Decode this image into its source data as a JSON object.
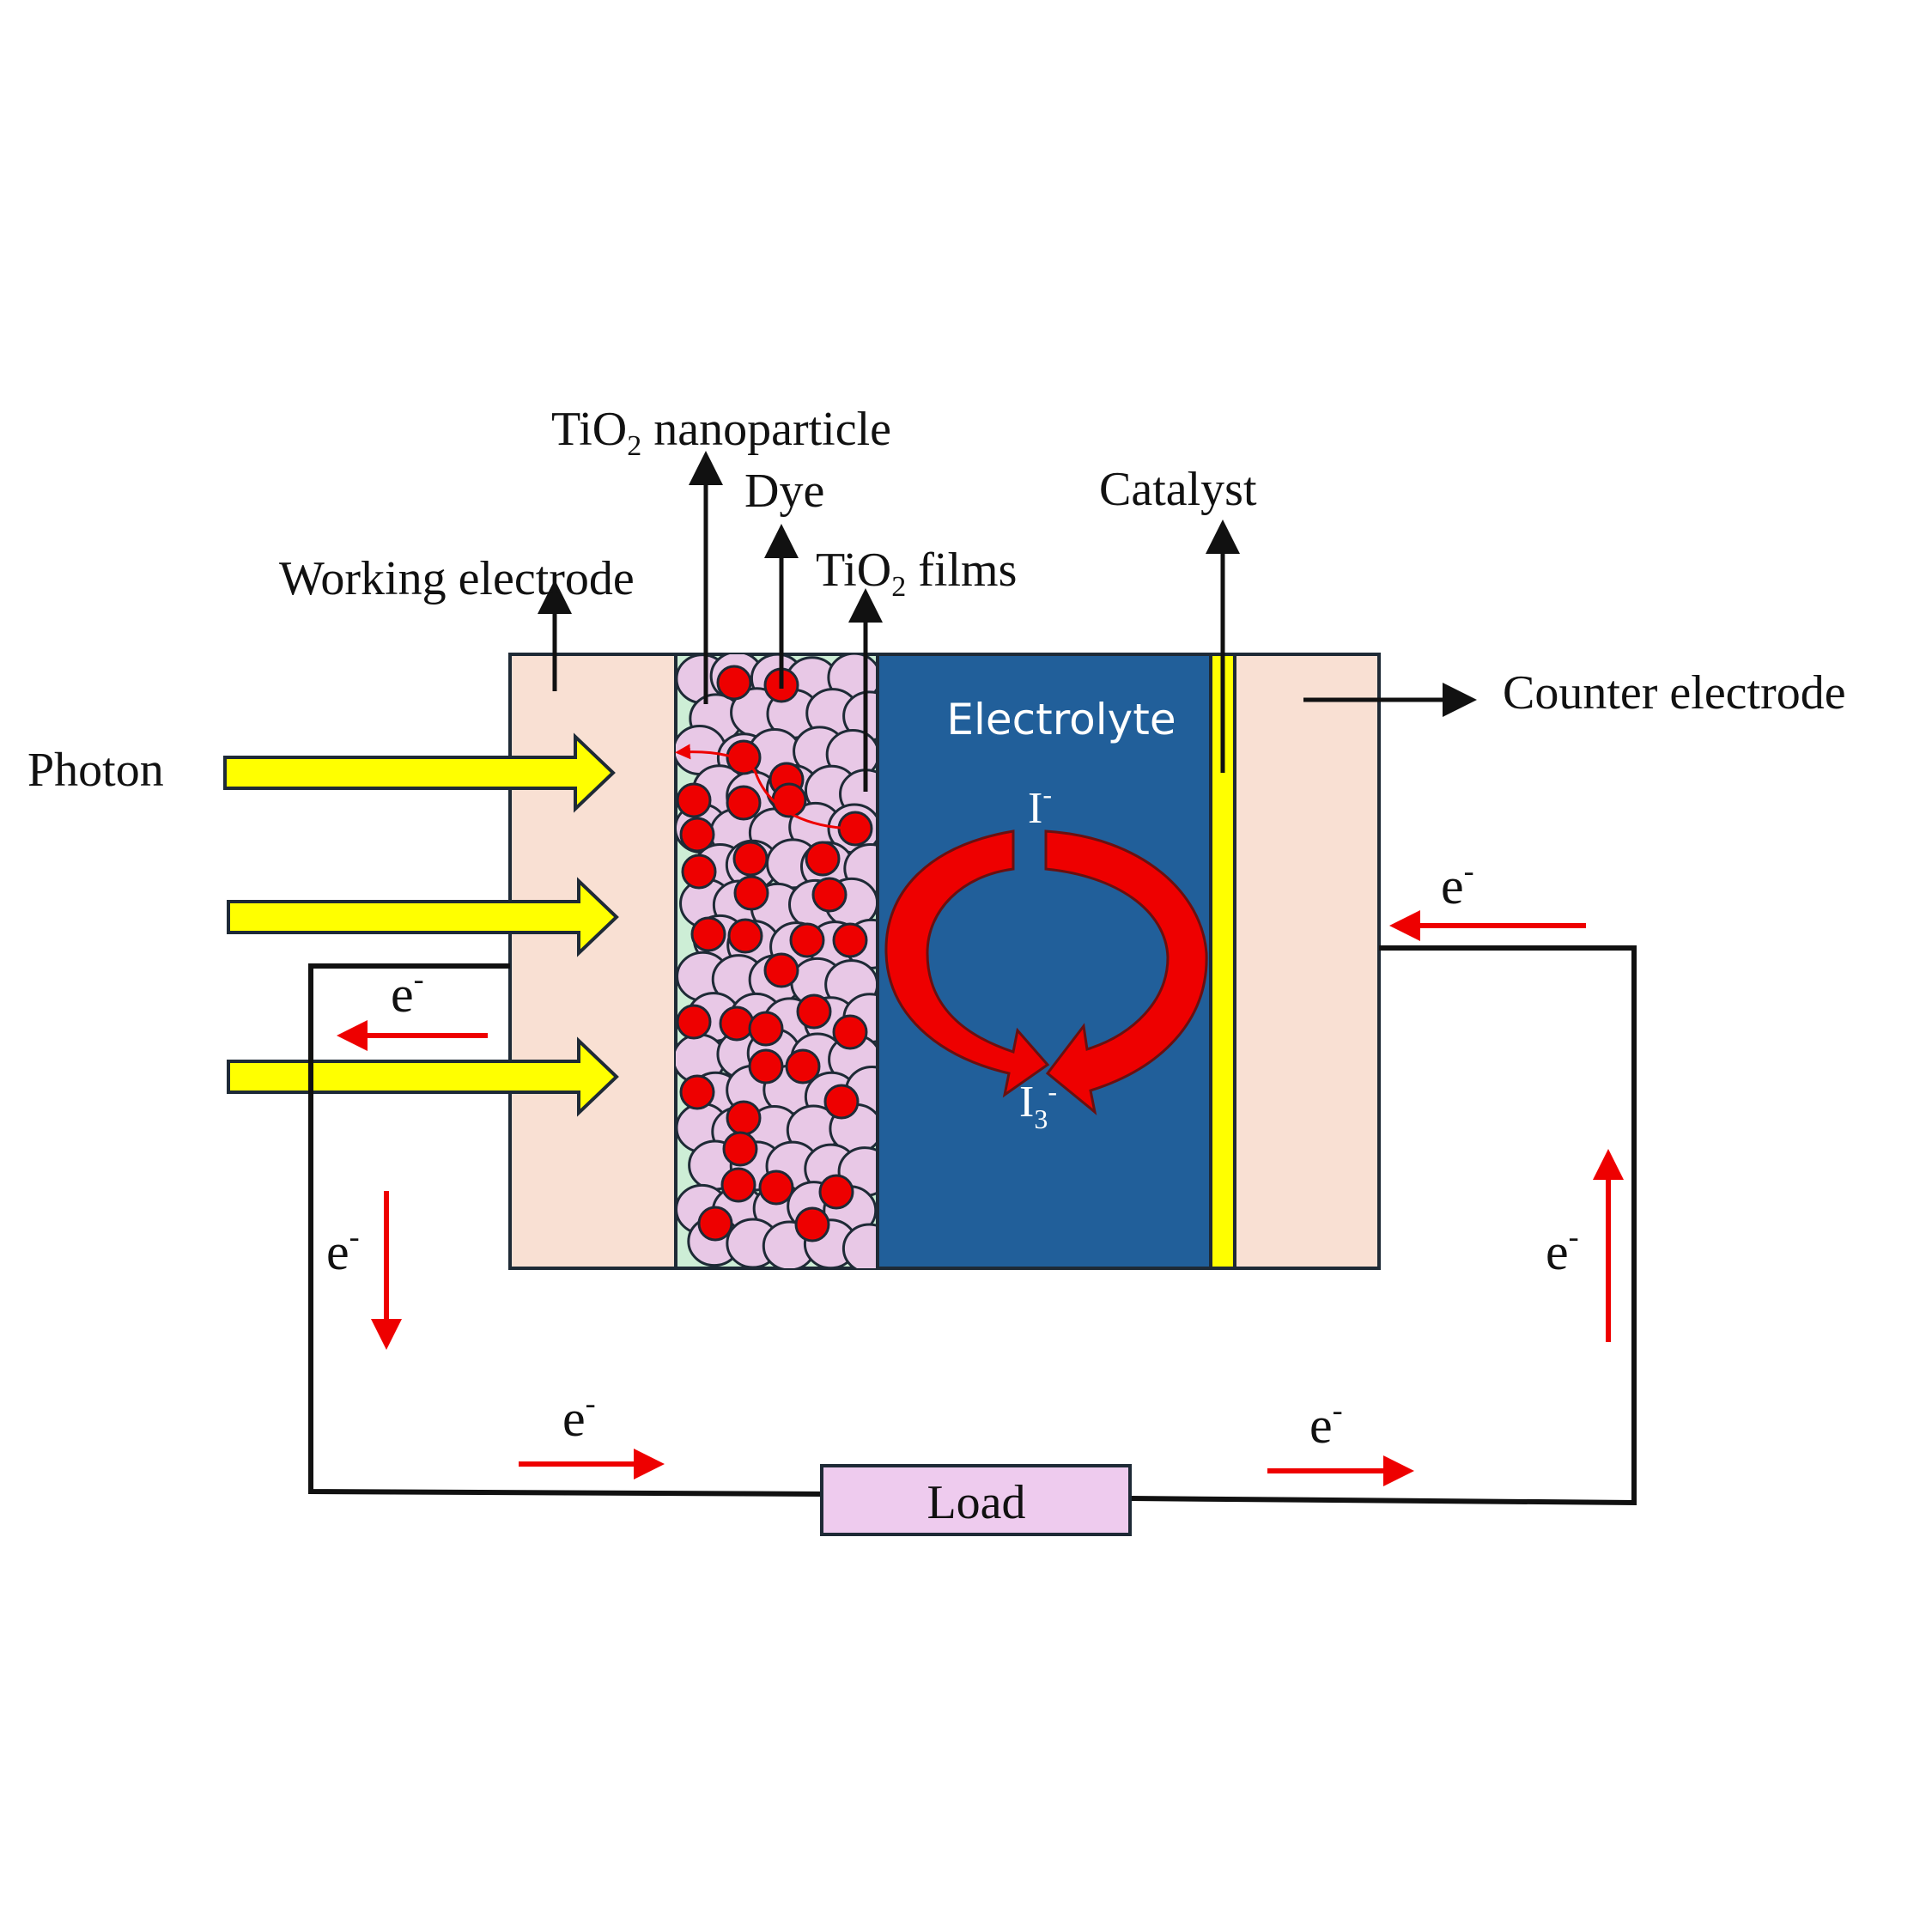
{
  "labels": {
    "tio2_nanoparticle": {
      "main": "TiO",
      "sub": "2",
      "rest": " nanoparticle"
    },
    "dye": "Dye",
    "tio2_films": {
      "main": "TiO",
      "sub": "2",
      "rest": " films"
    },
    "working_electrode": "Working electrode",
    "catalyst": "Catalyst",
    "counter_electrode": "Counter electrode",
    "photon": "Photon",
    "electrolyte": "Electrolyte",
    "iodide": {
      "base": "I",
      "sup": "-"
    },
    "triiodide": {
      "base": "I",
      "sub": "3",
      "sup": "-"
    },
    "load": "Load",
    "electron": {
      "base": "e",
      "sup": "-"
    }
  },
  "colors": {
    "electrode": "#f9e0d3",
    "film": "#cdeed6",
    "electrolyte": "#215f9a",
    "catalyst": "#ffff00",
    "photon": "#ffff00",
    "nanoparticle": "#e8c8e6",
    "dye": "#ee0000",
    "load": "#eecbee",
    "electron_arrow": "#ee0000",
    "wire": "#111111"
  }
}
